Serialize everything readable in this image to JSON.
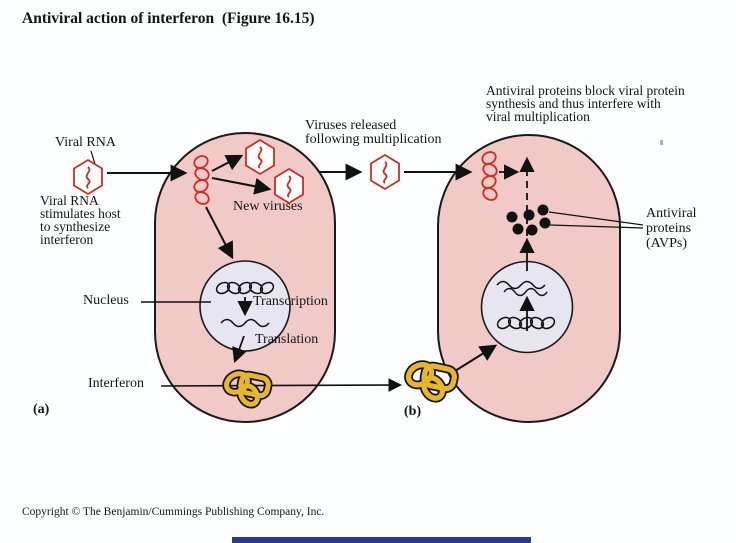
{
  "title": "Antiviral action of interferon  (Figure 16.15)",
  "labels": {
    "viral_rna": "Viral RNA",
    "viral_rna_caption": "Viral RNA\nstimulates host\nto synthesize\ninterferon",
    "new_viruses": "New viruses",
    "viruses_released": "Viruses released\nfollowing multiplication",
    "avp_block": "Antiviral proteins block viral protein\nsynthesis and thus interfere with\nviral multiplication",
    "transcription": "Transcription",
    "translation": "Translation",
    "nucleus": "Nucleus",
    "interferon": "Interferon",
    "antiviral_proteins": "Antiviral\nproteins\n(AVPs)",
    "panel_a": "(a)",
    "panel_b": "(b)"
  },
  "copyright": "Copyright © The Benjamin/Cummings Publishing Company, Inc.",
  "colors": {
    "cell_fill": "#f1c9c7",
    "cell_border": "#1a1a1a",
    "nucleus_fill": "#e7e5ef",
    "virus_red": "#cc2d22",
    "interferon_gold": "#e8b52f",
    "avp_dot": "#111111",
    "bottom_bar": "#2b3a8f"
  }
}
